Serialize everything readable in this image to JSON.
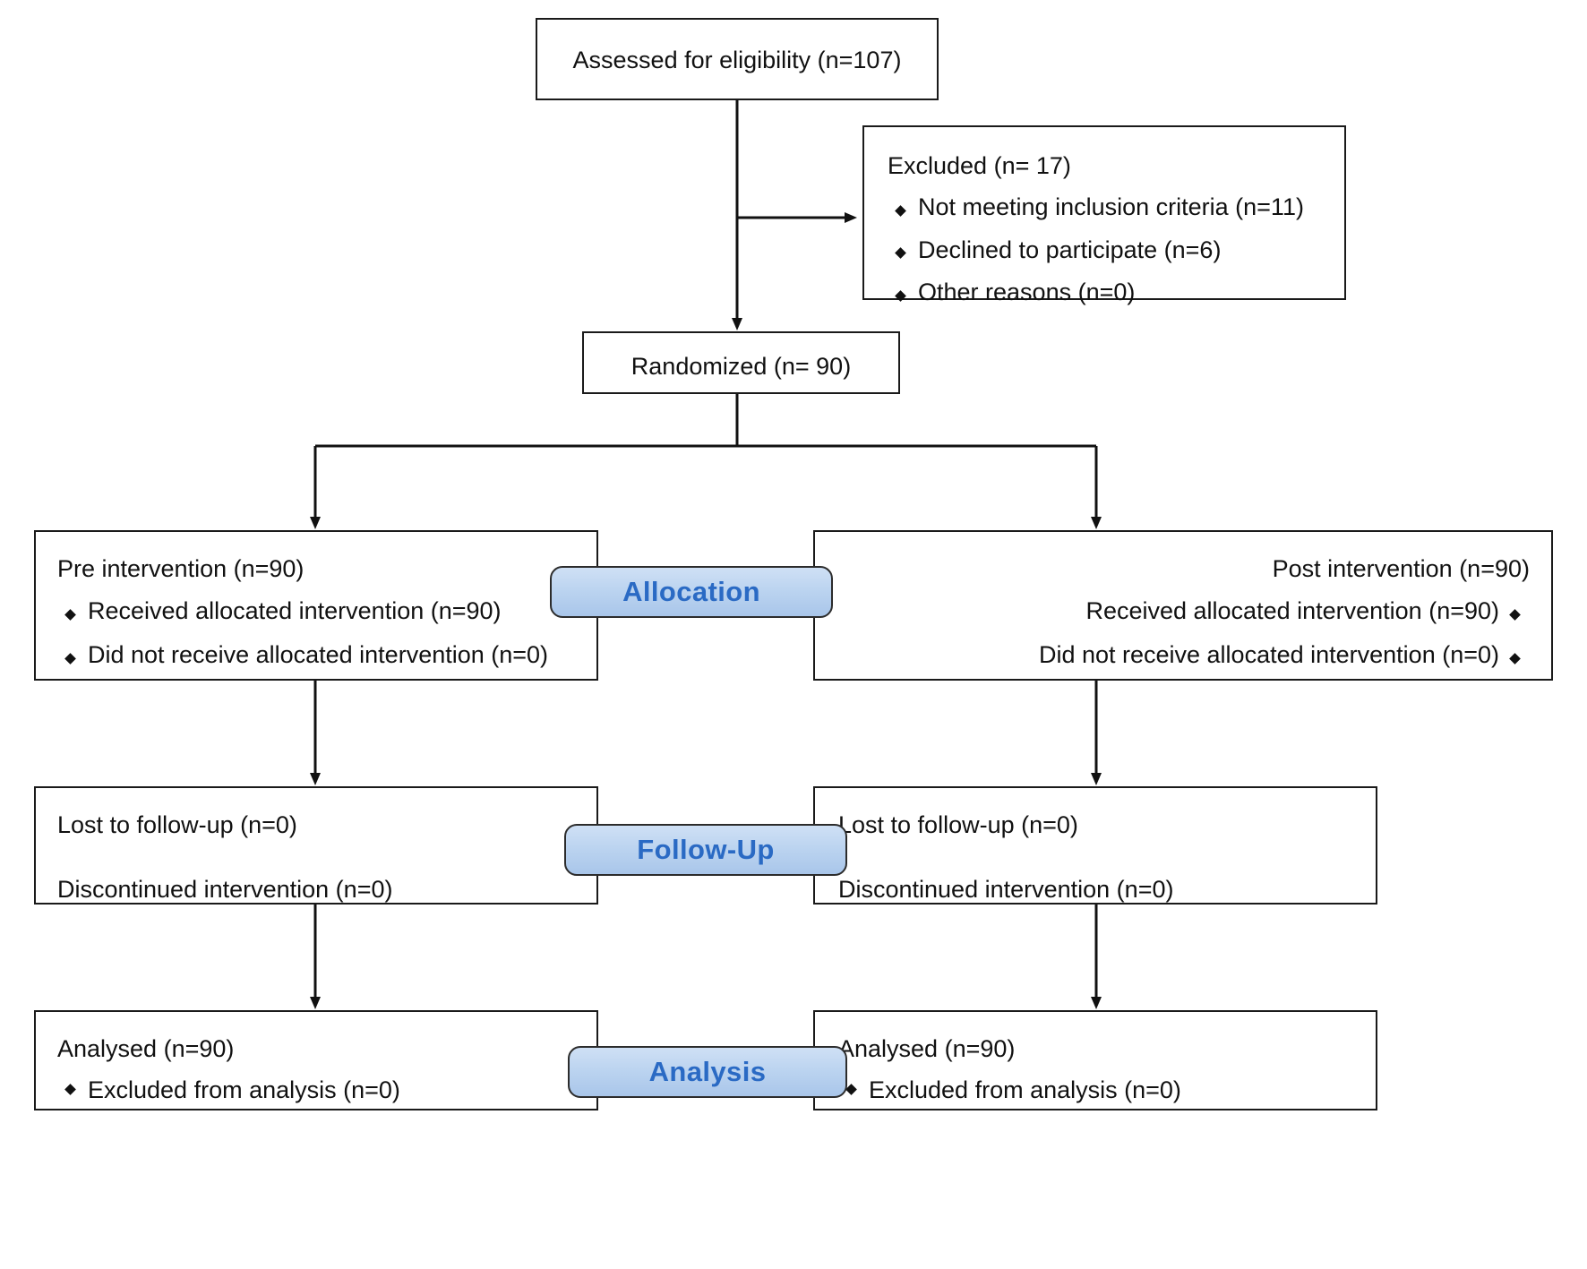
{
  "diagram": {
    "type": "consort-flow-diagram",
    "title": "CONSORT participant flow"
  },
  "colors": {
    "banner_fill_top": "#cfe0f5",
    "banner_fill_bottom": "#a9c6ea",
    "banner_text": "#2a6ac4",
    "box_border": "#1a1a1a",
    "background": "#ffffff"
  },
  "enrollment": {
    "assessed": {
      "title": "Assessed for eligibility (n=107)"
    },
    "excluded": {
      "title": "Excluded (n= 17)",
      "reasons": [
        "Not meeting inclusion criteria (n=11)",
        "Declined to participate (n=6)",
        "Other reasons (n=0)"
      ]
    },
    "randomized": {
      "title": "Randomized (n= 90)"
    }
  },
  "banners": {
    "allocation": "Allocation",
    "followup": "Follow-Up",
    "analysis": "Analysis"
  },
  "allocation": {
    "left": {
      "title": "Pre intervention (n=90)",
      "items": [
        "Received allocated intervention (n=90)",
        "Did not receive allocated intervention (n=0)"
      ]
    },
    "right": {
      "title": "Post intervention (n=90)",
      "items": [
        "Received allocated intervention (n=90)",
        "Did not receive allocated intervention (n=0)"
      ]
    }
  },
  "followup": {
    "left": {
      "lost": "Lost to follow-up (n=0)",
      "discontinued": "Discontinued intervention (n=0)"
    },
    "right": {
      "lost": "Lost to follow-up (n=0)",
      "discontinued": "Discontinued intervention (n=0)"
    }
  },
  "analysis": {
    "left": {
      "title": "Analysed (n=90)",
      "items": [
        "Excluded from analysis (n=0)"
      ]
    },
    "right": {
      "title": "Analysed (n=90)",
      "items": [
        "Excluded from analysis (n=0)"
      ]
    }
  }
}
